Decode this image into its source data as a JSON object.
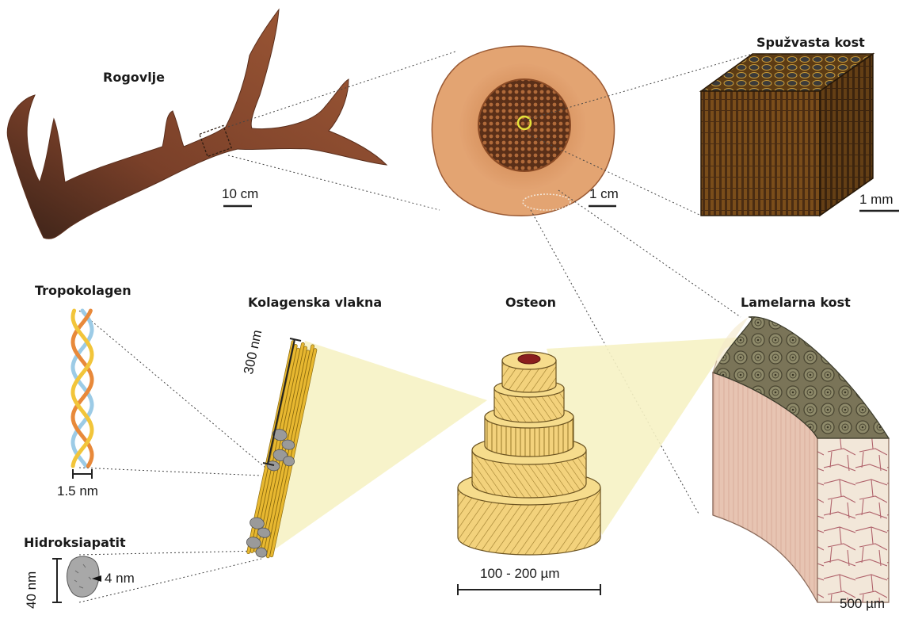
{
  "labels": {
    "rogovlje": "Rogovlje",
    "spuzvasta_kost": "Spužvasta kost",
    "tropokolagen": "Tropokolagen",
    "kolagenska_vlakna": "Kolagenska vlakna",
    "osteon": "Osteon",
    "lamelarna_kost": "Lamelarna kost",
    "hidroksiapatit": "Hidroksiapatit"
  },
  "scale_bars": {
    "antler": "10 cm",
    "cross_section": "1 cm",
    "spongy": "1 mm",
    "tropocollagen": "1.5 nm",
    "fibril": "300 nm",
    "hydroxyapatite_height": "40 nm",
    "hydroxyapatite_width": "4 nm",
    "osteon": "100 - 200 µm",
    "lamellar": "500 µm"
  },
  "colors": {
    "antler": "#8a4a2e",
    "cross_section": "#e0a070",
    "collagen": "#e8b830",
    "cortical": "#e9c9b9",
    "tropo_orange": "#e8893a",
    "tropo_blue": "#9ccbe6",
    "tropo_yellow": "#f2c53a",
    "callout": "#f6f2c4"
  }
}
